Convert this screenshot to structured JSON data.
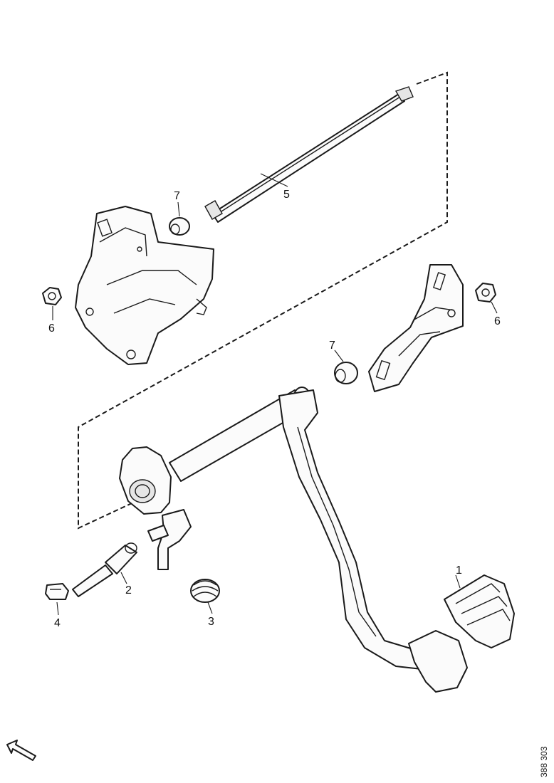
{
  "diagram": {
    "callouts": [
      {
        "id": "part-1",
        "label": "1"
      },
      {
        "id": "part-2",
        "label": "2"
      },
      {
        "id": "part-3",
        "label": "3"
      },
      {
        "id": "part-4",
        "label": "4"
      },
      {
        "id": "part-5",
        "label": "5"
      },
      {
        "id": "part-6-left",
        "label": "6"
      },
      {
        "id": "part-6-right",
        "label": "6"
      },
      {
        "id": "part-7-top",
        "label": "7"
      },
      {
        "id": "part-7-mid",
        "label": "7"
      }
    ],
    "reference_number": "388 303",
    "direction_icon": "front-arrow-icon"
  }
}
